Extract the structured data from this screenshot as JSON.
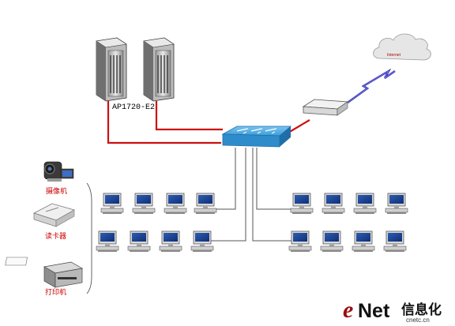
{
  "diagram": {
    "server_label": "AP1720-E2",
    "internet_label": "Internet",
    "devices": [
      {
        "label": "摄像机",
        "icon": "camcorder-icon"
      },
      {
        "label": "读卡器",
        "icon": "card-reader-icon"
      },
      {
        "label": "打印机",
        "icon": "printer-icon"
      }
    ],
    "colors": {
      "red_link": "#cc1111",
      "gray_link": "#555555",
      "switch_blue": "#3a9dd8",
      "lightning": "#2a2aa0"
    }
  },
  "watermark": {
    "brand_e": "e",
    "brand_net": "Net",
    "brand_cn": "信息化",
    "domain": "cnetc.cn"
  }
}
